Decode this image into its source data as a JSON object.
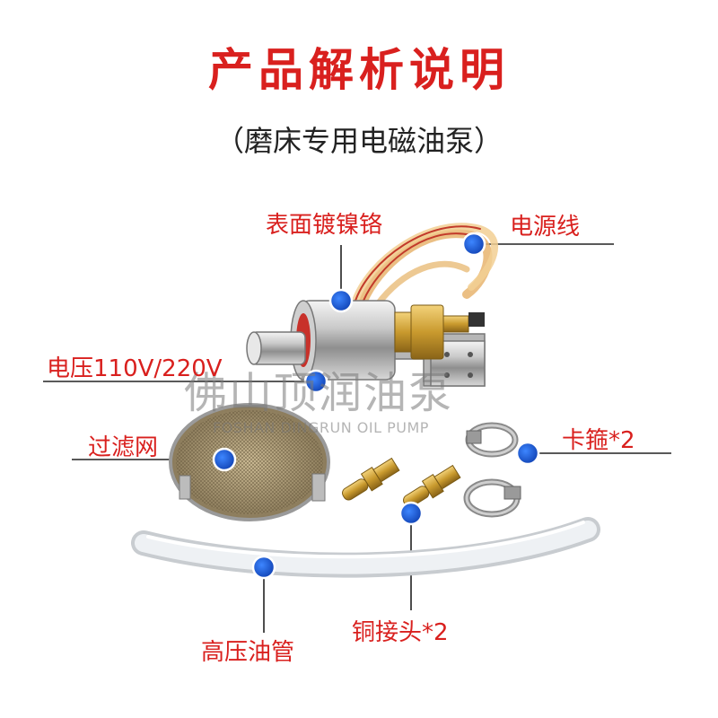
{
  "title": "产品解析说明",
  "subtitle": "（磨床专用电磁油泵）",
  "labels": {
    "plating": "表面镀镍铬",
    "power_cord": "电源线",
    "voltage": "电压110V/220V",
    "filter": "过滤网",
    "clamp": "卡箍*2",
    "copper_fitting": "铜接头*2",
    "hose": "高压油管"
  },
  "watermark": {
    "cn": "佛山顶润油泵",
    "en": "FOSHAN DINGRUN OIL PUMP"
  },
  "colors": {
    "title": "#d9201e",
    "marker": "#1f5fd6"
  }
}
